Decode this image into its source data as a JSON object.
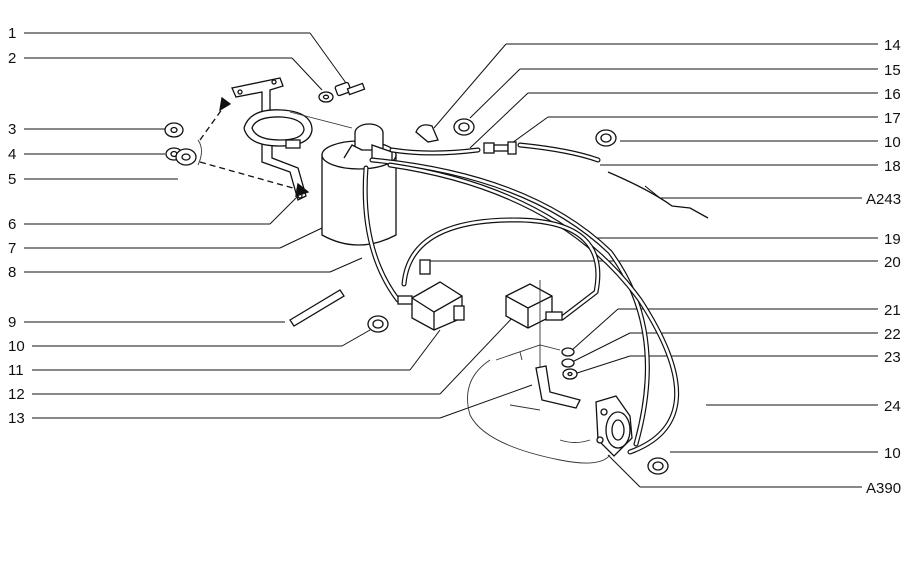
{
  "diagram": {
    "callouts": [
      {
        "id": "c1",
        "text": "1"
      },
      {
        "id": "c2",
        "text": "2"
      },
      {
        "id": "c3",
        "text": "3"
      },
      {
        "id": "c4",
        "text": "4"
      },
      {
        "id": "c5",
        "text": "5"
      },
      {
        "id": "c6",
        "text": "6"
      },
      {
        "id": "c7",
        "text": "7"
      },
      {
        "id": "c8",
        "text": "8"
      },
      {
        "id": "c9",
        "text": "9"
      },
      {
        "id": "c10a",
        "text": "10"
      },
      {
        "id": "c11",
        "text": "11"
      },
      {
        "id": "c12",
        "text": "12"
      },
      {
        "id": "c13",
        "text": "13"
      },
      {
        "id": "c14",
        "text": "14"
      },
      {
        "id": "c15",
        "text": "15"
      },
      {
        "id": "c16",
        "text": "16"
      },
      {
        "id": "c17",
        "text": "17"
      },
      {
        "id": "c10b",
        "text": "10"
      },
      {
        "id": "c18",
        "text": "18"
      },
      {
        "id": "cA243",
        "text": "A243"
      },
      {
        "id": "c19",
        "text": "19"
      },
      {
        "id": "c20",
        "text": "20"
      },
      {
        "id": "c21",
        "text": "21"
      },
      {
        "id": "c22",
        "text": "22"
      },
      {
        "id": "c23",
        "text": "23"
      },
      {
        "id": "c24",
        "text": "24"
      },
      {
        "id": "c10c",
        "text": "10"
      },
      {
        "id": "cA390",
        "text": "A390"
      }
    ]
  }
}
